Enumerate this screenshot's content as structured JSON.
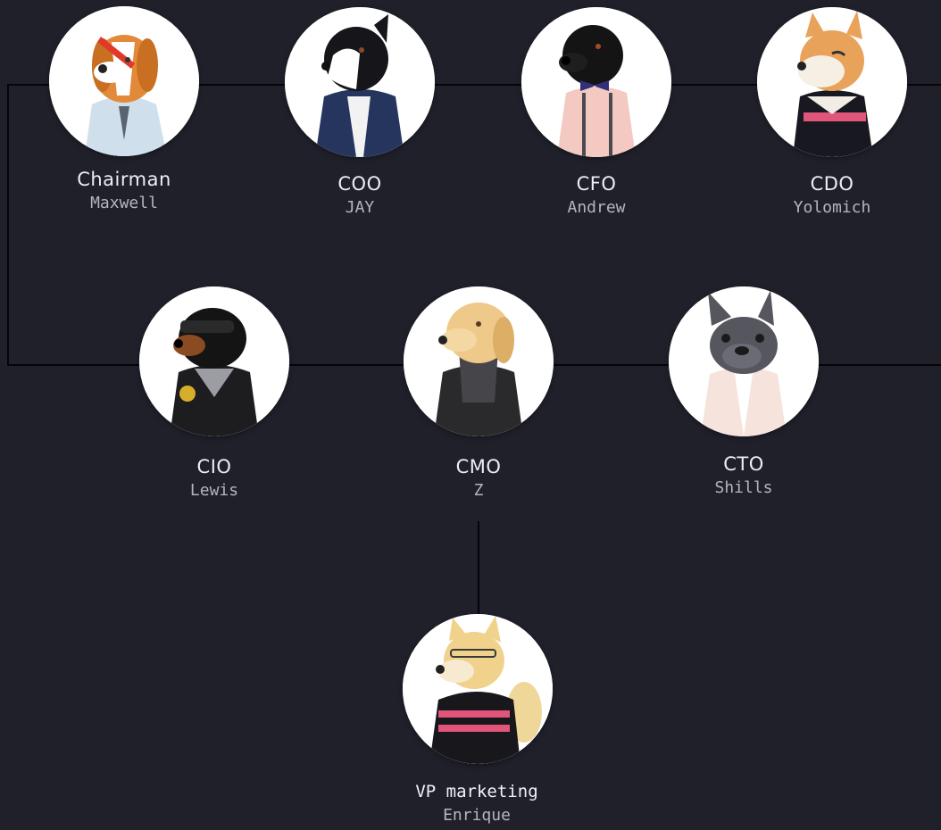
{
  "org_chart": {
    "members": [
      {
        "id": "chairman",
        "role": "Chairman",
        "name": "Maxwell",
        "avatar_icon": "beagle-portrait-icon"
      },
      {
        "id": "coo",
        "role": "COO",
        "name": "JAY",
        "avatar_icon": "border-collie-portrait-icon"
      },
      {
        "id": "cfo",
        "role": "CFO",
        "name": "Andrew",
        "avatar_icon": "black-lab-portrait-icon"
      },
      {
        "id": "cdo",
        "role": "CDO",
        "name": "Yolomich",
        "avatar_icon": "shiba-inu-portrait-icon"
      },
      {
        "id": "cio",
        "role": "CIO",
        "name": "Lewis",
        "avatar_icon": "rottweiler-portrait-icon"
      },
      {
        "id": "cmo",
        "role": "CMO",
        "name": "Z",
        "avatar_icon": "golden-retriever-portrait-icon"
      },
      {
        "id": "cto",
        "role": "CTO",
        "name": "Shills",
        "avatar_icon": "french-bulldog-portrait-icon"
      },
      {
        "id": "vp-marketing",
        "role": "VP marketing",
        "name": "Enrique",
        "avatar_icon": "shiba-glasses-portrait-icon"
      }
    ]
  },
  "colors": {
    "background": "#1f202a",
    "connector": "#050508",
    "role_text": "#eceef2",
    "name_text": "#b4b6be",
    "avatar_bg": "#ffffff"
  }
}
